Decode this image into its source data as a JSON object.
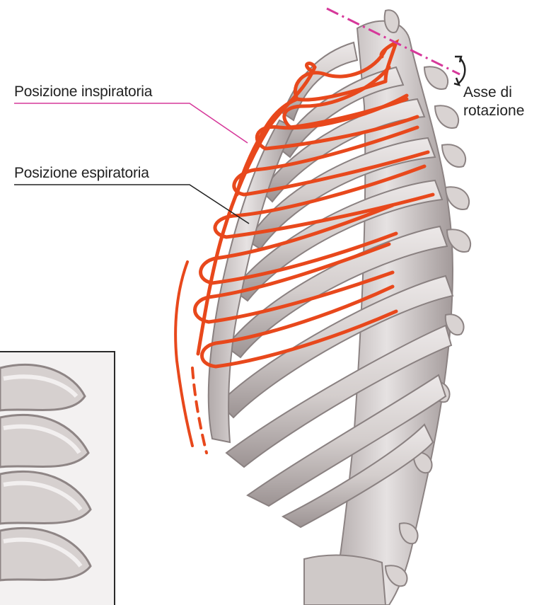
{
  "labels": {
    "inspiratory_position": "Posizione inspiratoria",
    "expiratory_position": "Posizione espiratoria",
    "rotation_axis_line1": "Asse di",
    "rotation_axis_line2": "rotazione"
  },
  "colors": {
    "background": "#ffffff",
    "bone_fill": "#d3cdcc",
    "bone_shadow": "#948b8b",
    "bone_highlight": "#eeeaea",
    "inspiratory_outline": "#e8481c",
    "inspiratory_leader": "#d6389a",
    "expiratory_leader": "#222222",
    "rotation_axis": "#d6389a",
    "text": "#222222"
  },
  "icons": {
    "rotation_arrow": "curved-double-arrow-icon"
  }
}
